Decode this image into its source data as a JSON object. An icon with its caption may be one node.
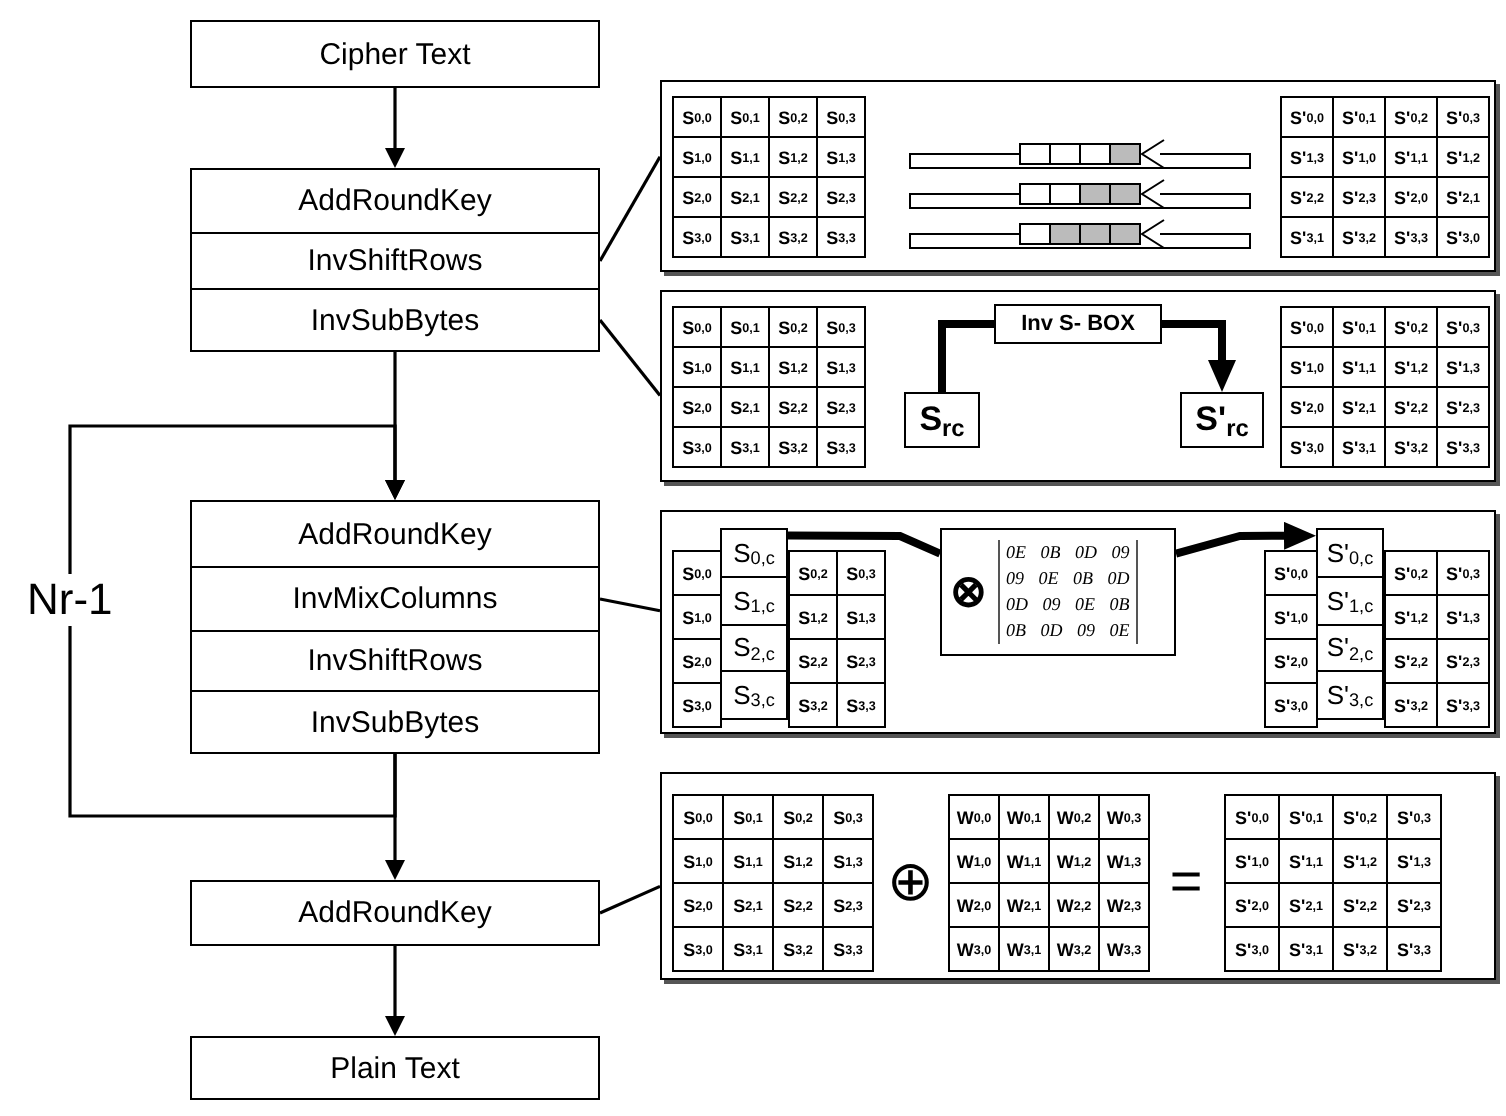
{
  "diagram": {
    "nodes": [
      {
        "text": [
          "Cipher Text"
        ]
      },
      {
        "text": [
          "AddRoundKey"
        ]
      },
      {
        "text": [
          "InvShiftRows"
        ]
      },
      {
        "text": [
          "InvSubBytes"
        ]
      },
      {
        "text": [
          "AddRoundKey"
        ]
      },
      {
        "text": [
          "InvMixColumns"
        ]
      },
      {
        "text": [
          "InvShiftRows"
        ]
      },
      {
        "text": [
          "InvSubBytes"
        ]
      },
      {
        "text": [
          "AddRoundKey"
        ]
      },
      {
        "text": [
          "Plain Text"
        ]
      },
      {
        "text": [],
        "shape": "box"
      },
      {
        "text": [],
        "shape": "box"
      },
      {
        "text": [
          "S$_{rc}$"
        ],
        "in": 11
      },
      {
        "text": [
          "Inv S- BOX"
        ],
        "in": 11
      },
      {
        "text": [
          "S'$_{rc}$"
        ],
        "in": 11
      },
      {
        "text": [],
        "shape": "box"
      },
      {
        "text": [
          "S$_{0,c}$",
          "S$_{1,c}$",
          "S$_{2,c}$",
          "S$_{3,c}$"
        ],
        "in": 15
      },
      {
        "text": [
          "⊗",
          "0E 0B 0D 09",
          "09 0E 0B 0D",
          "0D 09 0E 0B",
          "0B 0D 09 0E"
        ],
        "in": 15
      },
      {
        "text": [
          "S'$_{0,c}$",
          "S'$_{1,c}$",
          "S'$_{2,c}$",
          "S'$_{3,c}$"
        ],
        "in": 15
      },
      {
        "text": [],
        "shape": "box"
      }
    ],
    "edges": [
      {
        "from": 0,
        "to": 1,
        "arrow": "to"
      },
      {
        "from": 3,
        "to": 4,
        "arrow": "to"
      },
      {
        "from": 7,
        "to": 4,
        "arrow": "to",
        "label": "Nr-1"
      },
      {
        "from": 7,
        "to": 8,
        "arrow": "to"
      },
      {
        "from": 8,
        "to": 9,
        "arrow": "to"
      },
      {
        "from": 2,
        "to": 10,
        "arrow": "none"
      },
      {
        "from": 3,
        "to": 11,
        "arrow": "none"
      },
      {
        "from": 12,
        "to": 13,
        "arrow": "none",
        "style": "thick"
      },
      {
        "from": 13,
        "to": 14,
        "arrow": "to",
        "style": "thick"
      },
      {
        "from": 5,
        "to": 15,
        "arrow": "none"
      },
      {
        "from": 16,
        "to": 17,
        "arrow": "none",
        "style": "thick"
      },
      {
        "from": 17,
        "to": 18,
        "arrow": "to",
        "style": "thick"
      },
      {
        "from": 8,
        "to": 19,
        "arrow": "none"
      }
    ],
    "labels": [
      "S$_{0,0}$",
      "S$_{0,1}$",
      "S$_{0,2}$",
      "S$_{0,3}$",
      "S$_{1,0}$",
      "S$_{1,1}$",
      "S$_{1,2}$",
      "S$_{1,3}$",
      "S$_{2,0}$",
      "S$_{2,1}$",
      "S$_{2,2}$",
      "S$_{2,3}$",
      "S$_{3,0}$",
      "S$_{3,1}$",
      "S$_{3,2}$",
      "S$_{3,3}$",
      "S'$_{0,0}$",
      "S'$_{0,1}$",
      "S'$_{0,2}$",
      "S'$_{0,3}$",
      "S'$_{1,3}$",
      "S'$_{1,0}$",
      "S'$_{1,1}$",
      "S'$_{1,2}$",
      "S'$_{2,2}$",
      "S'$_{2,3}$",
      "S'$_{2,0}$",
      "S'$_{2,1}$",
      "S'$_{3,1}$",
      "S'$_{3,2}$",
      "S'$_{3,3}$",
      "S'$_{3,0}$",
      "S$_{0,0}$",
      "S$_{0,1}$",
      "S$_{0,2}$",
      "S$_{0,3}$",
      "S$_{1,0}$",
      "S$_{1,1}$",
      "S$_{1,2}$",
      "S$_{1,3}$",
      "S$_{2,0}$",
      "S$_{2,1}$",
      "S$_{2,2}$",
      "S$_{2,3}$",
      "S$_{3,0}$",
      "S$_{3,1}$",
      "S$_{3,2}$",
      "S$_{3,3}$",
      "S'$_{0,0}$",
      "S'$_{0,1}$",
      "S'$_{0,2}$",
      "S'$_{0,3}$",
      "S'$_{1,0}$",
      "S'$_{1,1}$",
      "S'$_{1,2}$",
      "S'$_{1,3}$",
      "S'$_{2,0}$",
      "S'$_{2,1}$",
      "S'$_{2,2}$",
      "S'$_{2,3}$",
      "S'$_{3,0}$",
      "S'$_{3,1}$",
      "S'$_{3,2}$",
      "S'$_{3,3}$",
      "S$_{0,0}$",
      "S$_{0,2}$",
      "S$_{0,3}$",
      "S$_{1,0}$",
      "S$_{1,2}$",
      "S$_{1,3}$",
      "S$_{2,0}$",
      "S$_{2,2}$",
      "S$_{2,3}$",
      "S$_{3,0}$",
      "S$_{3,2}$",
      "S$_{3,3}$",
      "S'$_{0,0}$",
      "S'$_{0,2}$",
      "S'$_{0,3}$",
      "S'$_{1,0}$",
      "S'$_{1,2}$",
      "S'$_{1,3}$",
      "S'$_{2,0}$",
      "S'$_{2,2}$",
      "S'$_{2,3}$",
      "S'$_{3,0}$",
      "S'$_{3,2}$",
      "S'$_{3,3}$",
      "S$_{0,0}$",
      "S$_{0,1}$",
      "S$_{0,2}$",
      "S$_{0,3}$",
      "S$_{1,0}$",
      "S$_{1,1}$",
      "S$_{1,2}$",
      "S$_{1,3}$",
      "S$_{2,0}$",
      "S$_{2,1}$",
      "S$_{2,2}$",
      "S$_{2,3}$",
      "S$_{3,0}$",
      "S$_{3,1}$",
      "S$_{3,2}$",
      "S$_{3,3}$",
      "⊕",
      "W$_{0,0}$",
      "W$_{0,1}$",
      "W$_{0,2}$",
      "W$_{0,3}$",
      "W$_{1,0}$",
      "W$_{1,1}$",
      "W$_{1,2}$",
      "W$_{1,3}$",
      "W$_{2,0}$",
      "W$_{2,1}$",
      "W$_{2,2}$",
      "W$_{2,3}$",
      "W$_{3,0}$",
      "W$_{3,1}$",
      "W$_{3,2}$",
      "W$_{3,3}$",
      "=",
      "S'$_{0,0}$",
      "S'$_{0,1}$",
      "S'$_{0,2}$",
      "S'$_{0,3}$",
      "S'$_{1,0}$",
      "S'$_{1,1}$",
      "S'$_{1,2}$",
      "S'$_{1,3}$",
      "S'$_{2,0}$",
      "S'$_{2,1}$",
      "S'$_{2,2}$",
      "S'$_{2,3}$",
      "S'$_{3,0}$",
      "S'$_{3,1}$",
      "S'$_{3,2}$",
      "S'$_{3,3}$"
    ]
  }
}
